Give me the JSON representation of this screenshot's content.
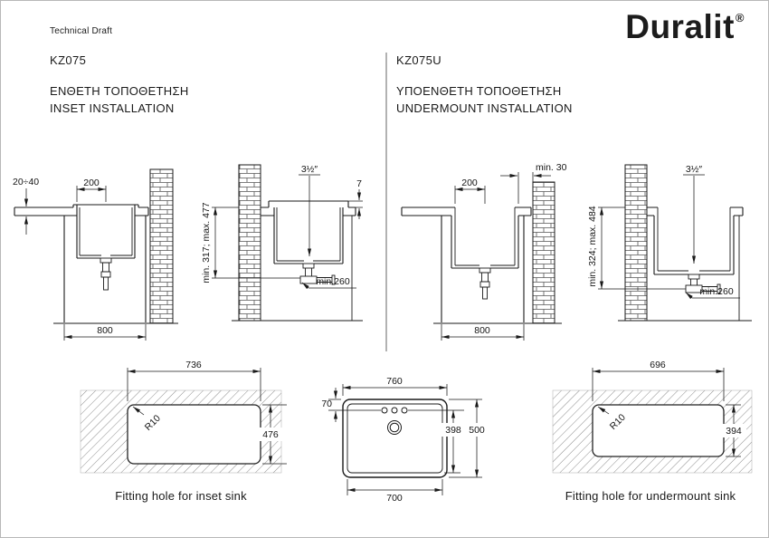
{
  "header": {
    "doc_label": "Technical Draft",
    "brand": "Duralit",
    "registered": "®"
  },
  "inset": {
    "model": "KZ075",
    "title_gr": "ΕΝΘΕΤΗ ΤΟΠΟΘΕΤΗΣΗ",
    "title_en": "INSET INSTALLATION",
    "front": {
      "thickness": "20÷40",
      "drain_offset": "200",
      "width": "800"
    },
    "side": {
      "drain_size": "3½″",
      "rim_height": "7",
      "height_range": "min. 317;  max. 477",
      "outlet": "min.260"
    },
    "hole": {
      "width": "736",
      "height": "476",
      "radius": "R10",
      "caption": "Fitting hole for inset sink"
    }
  },
  "undermount": {
    "model": "KZ075U",
    "title_gr": "ΥΠΟΕΝΘΕΤΗ ΤΟΠΟΘΕΤΗΣΗ",
    "title_en": "UNDERMOUNT INSTALLATION",
    "front": {
      "wall_gap": "min. 30",
      "drain_offset": "200",
      "width": "800"
    },
    "side": {
      "drain_size": "3½″",
      "height_range": "min. 324;  max. 484",
      "outlet": "min.260"
    },
    "hole": {
      "width": "696",
      "height": "394",
      "radius": "R10",
      "caption": "Fitting hole for undermount sink"
    }
  },
  "top_view": {
    "width": "760",
    "rim_offset": "70",
    "bowl_depth": "398",
    "depth": "500",
    "bowl_width": "700"
  }
}
